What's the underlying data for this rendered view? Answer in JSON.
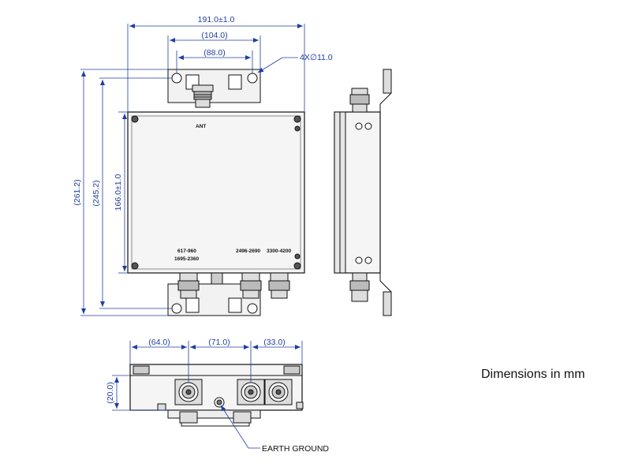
{
  "dimensions": {
    "overall_width": "191.0±1.0",
    "bracket_width": "(104.0)",
    "hole_spacing": "(88.0)",
    "holes": "4X∅11.0",
    "overall_height": "(261.2)",
    "mid_height": "(245.2)",
    "body_height": "166.0±1.0",
    "port_spacing_1": "(64.0)",
    "port_spacing_2": "(71.0)",
    "port_spacing_3": "(33.0)",
    "side_height": "(20.0)"
  },
  "ports": {
    "ant": "ANT",
    "port1_line1": "617-960",
    "port1_line2": "1695-2360",
    "port2": "2496-2690",
    "port3": "3300-4200"
  },
  "callouts": {
    "earth_ground": "EARTH GROUND"
  },
  "caption": "Dimensions in mm",
  "colors": {
    "dimension_line": "#1f3f9f",
    "outline": "#111111",
    "fill_gray": "#e6e6e6"
  }
}
